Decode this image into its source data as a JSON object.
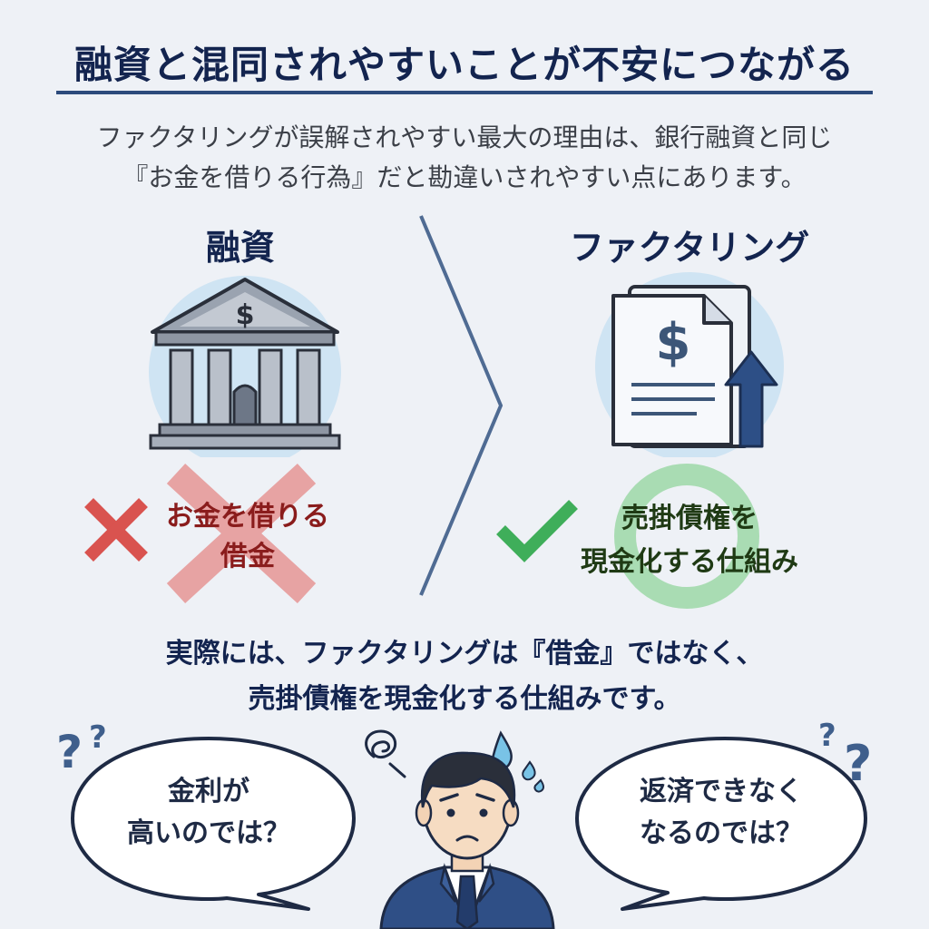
{
  "title": "融資と混同されやすいことが不安につながる",
  "intro": {
    "line1": "ファクタリングが誤解されやすい最大の理由は、銀行融資と同じ",
    "line2": "『お金を借りる行為』だと勘違いされやすい点にあります。"
  },
  "left": {
    "heading": "融資",
    "icon": "bank-icon",
    "status_icon": "cross-icon",
    "label_line1": "お金を借りる",
    "label_line2": "借金",
    "accent": "#d9534f"
  },
  "right": {
    "heading": "ファクタリング",
    "icon": "invoice-document-icon",
    "status_icon": "check-icon",
    "label_line1": "売掛債権を",
    "label_line2": "現金化する仕組み",
    "accent": "#3fae5a"
  },
  "conclusion": {
    "line1": "実際には、ファクタリングは『借金』ではなく、",
    "line2": "売掛債権を現金化する仕組みです。"
  },
  "bubbles": {
    "left": {
      "line1": "金利が",
      "line2": "高いのでは？"
    },
    "right": {
      "line1": "返済できなく",
      "line2": "なるのでは？"
    }
  },
  "figure": "worried-businessman"
}
